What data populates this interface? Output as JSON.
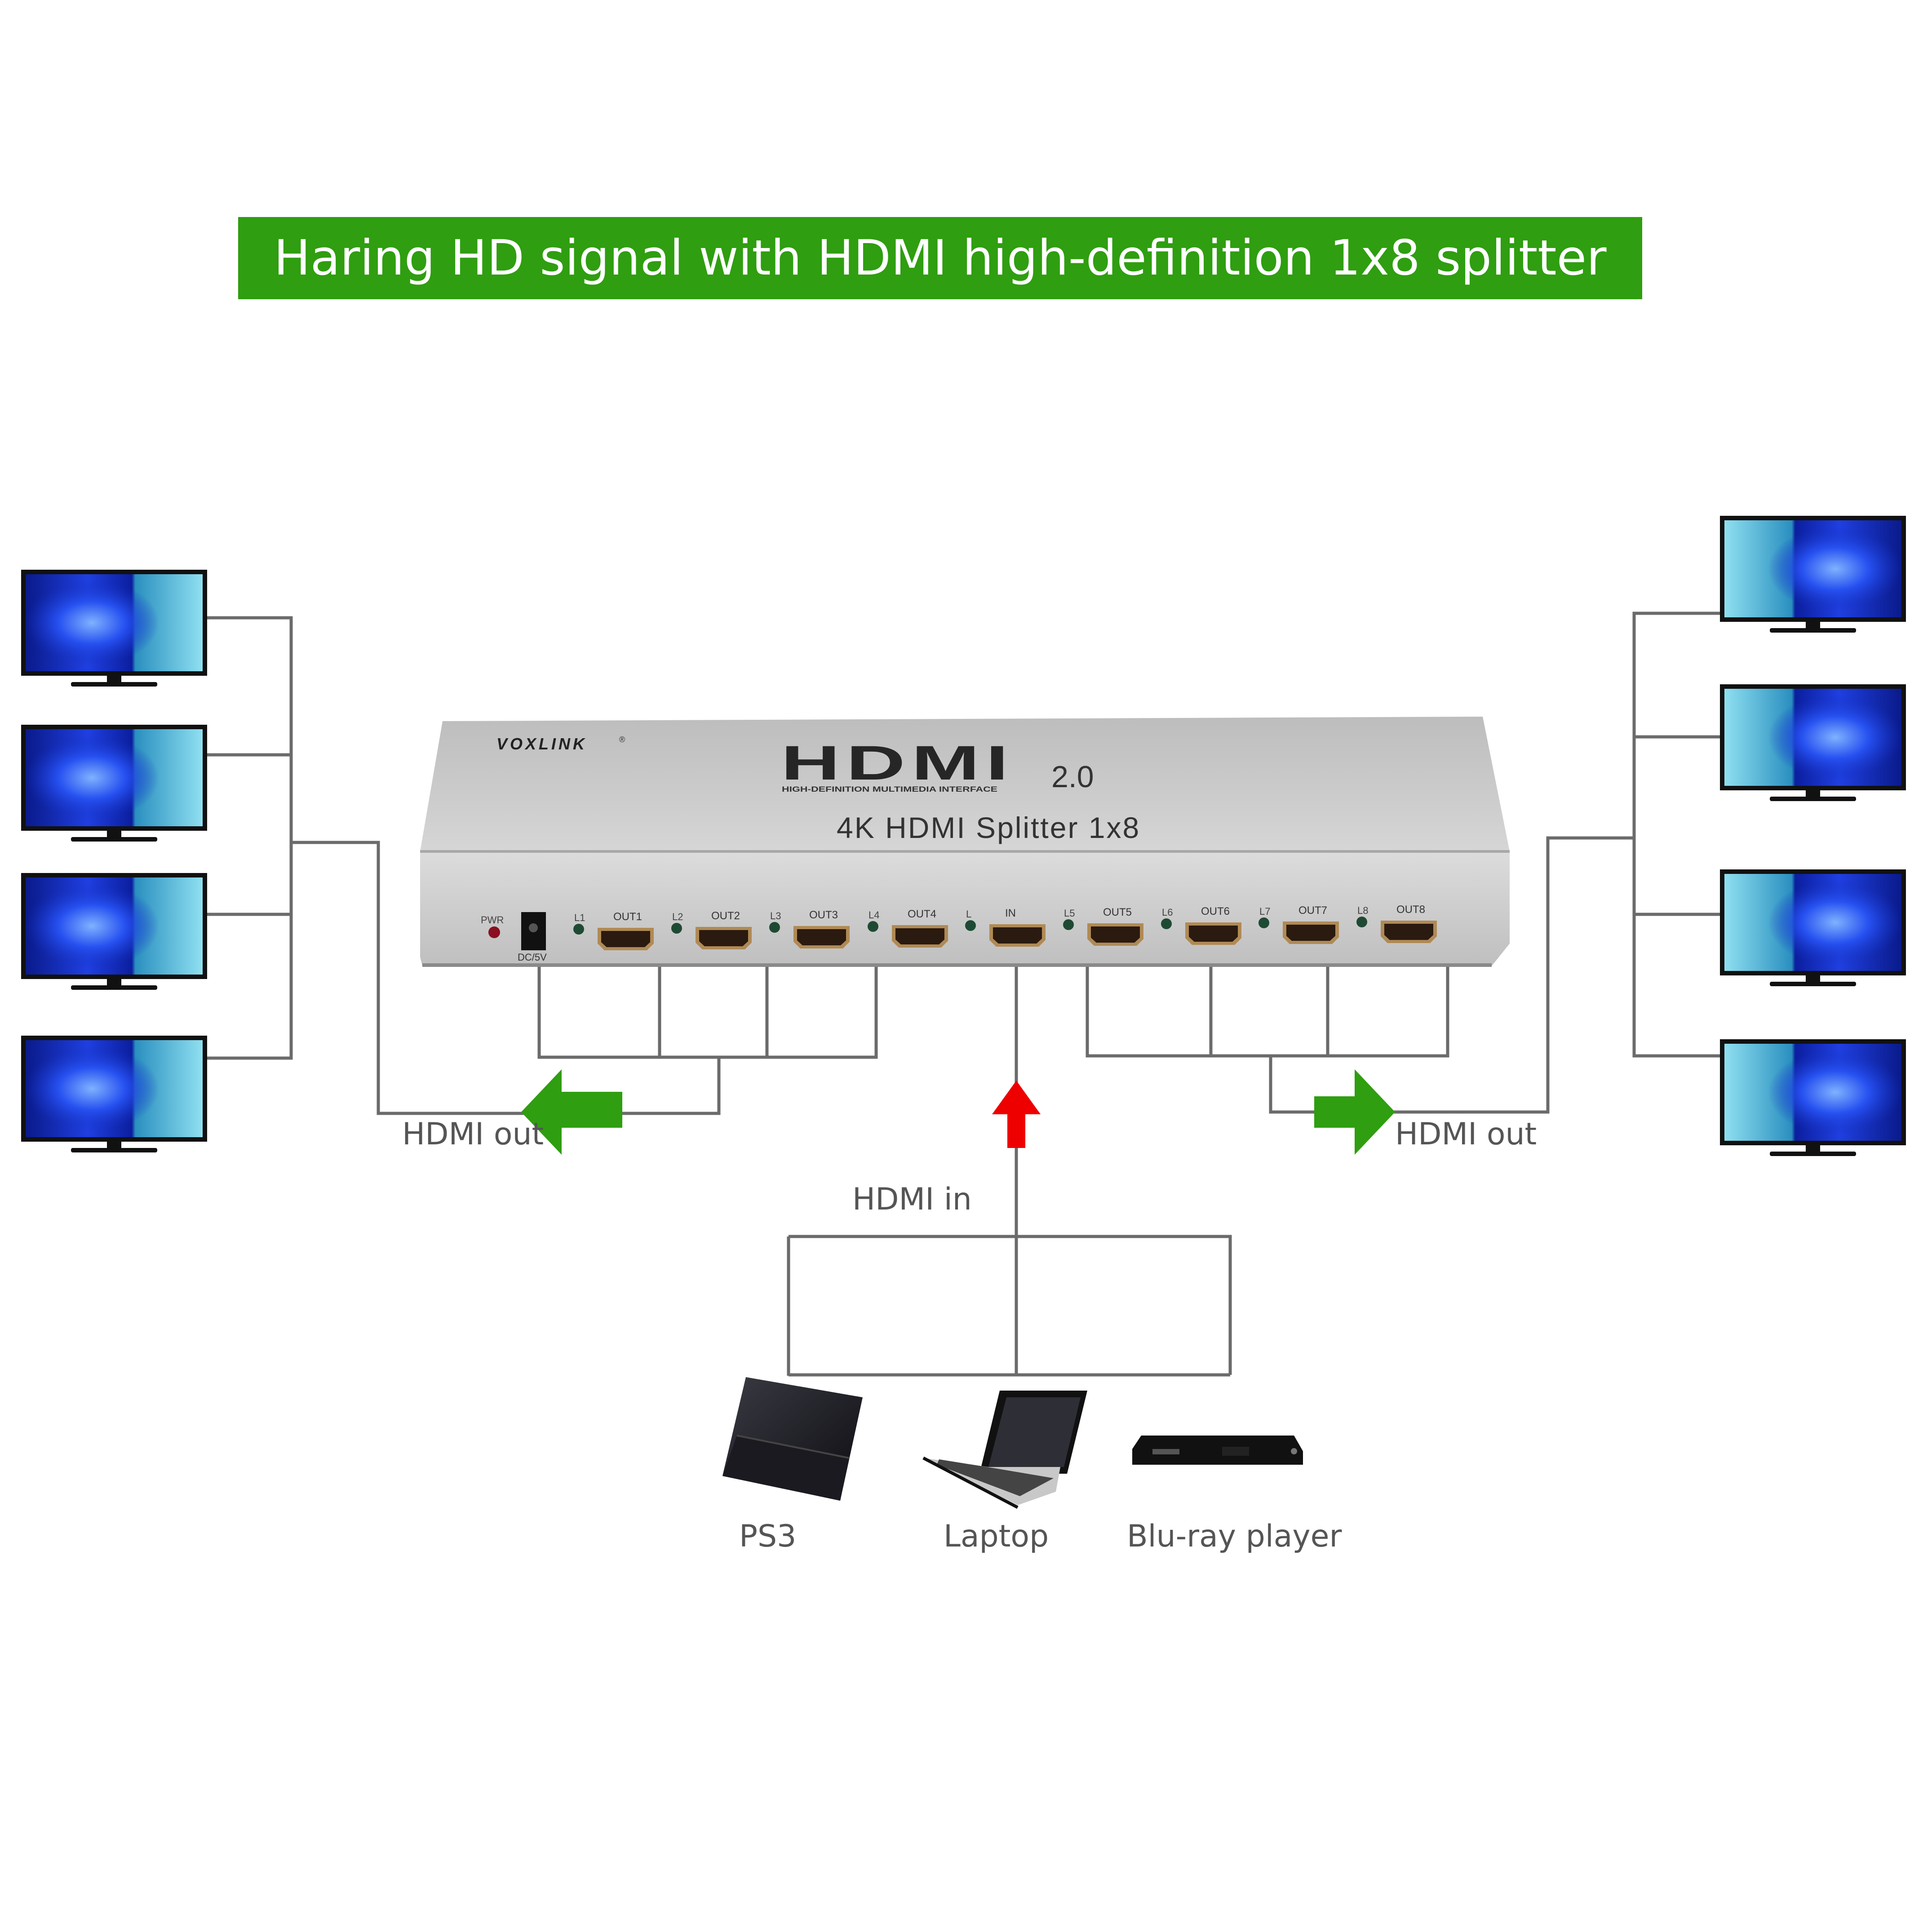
{
  "banner": {
    "title": "Haring HD signal with HDMI high-definition 1x8 splitter",
    "color": "#2f9e10"
  },
  "device": {
    "brand": "VOXLINK",
    "brand_mark": "®",
    "logo": "HDMI",
    "logo_subtitle": "HIGH-DEFINITION MULTIMEDIA INTERFACE",
    "version": "2.0",
    "model": "4K HDMI Splitter 1x8",
    "power_label": "PWR",
    "dc_label": "DC/5V",
    "ports": [
      {
        "led": "L1",
        "port": "OUT1"
      },
      {
        "led": "L2",
        "port": "OUT2"
      },
      {
        "led": "L3",
        "port": "OUT3"
      },
      {
        "led": "L4",
        "port": "OUT4"
      },
      {
        "led": "L",
        "port": "IN"
      },
      {
        "led": "L5",
        "port": "OUT5"
      },
      {
        "led": "L6",
        "port": "OUT6"
      },
      {
        "led": "L7",
        "port": "OUT7"
      },
      {
        "led": "L8",
        "port": "OUT8"
      }
    ]
  },
  "labels": {
    "hdmi_out_left": "HDMI out",
    "hdmi_out_right": "HDMI out",
    "hdmi_in": "HDMI in"
  },
  "sources": [
    {
      "name": "PS3",
      "icon": "game-console-icon"
    },
    {
      "name": "Laptop",
      "icon": "laptop-icon"
    },
    {
      "name": "Blu-ray player",
      "icon": "bluray-player-icon"
    }
  ],
  "displays": {
    "left_count": 4,
    "right_count": 4
  },
  "colors": {
    "arrow_out": "#2f9e10",
    "arrow_in": "#ee0000",
    "wire": "#6b6b6b",
    "device_body": "#c9c9c9",
    "led_power": "#8a1020",
    "led_status": "#1e4a34"
  }
}
